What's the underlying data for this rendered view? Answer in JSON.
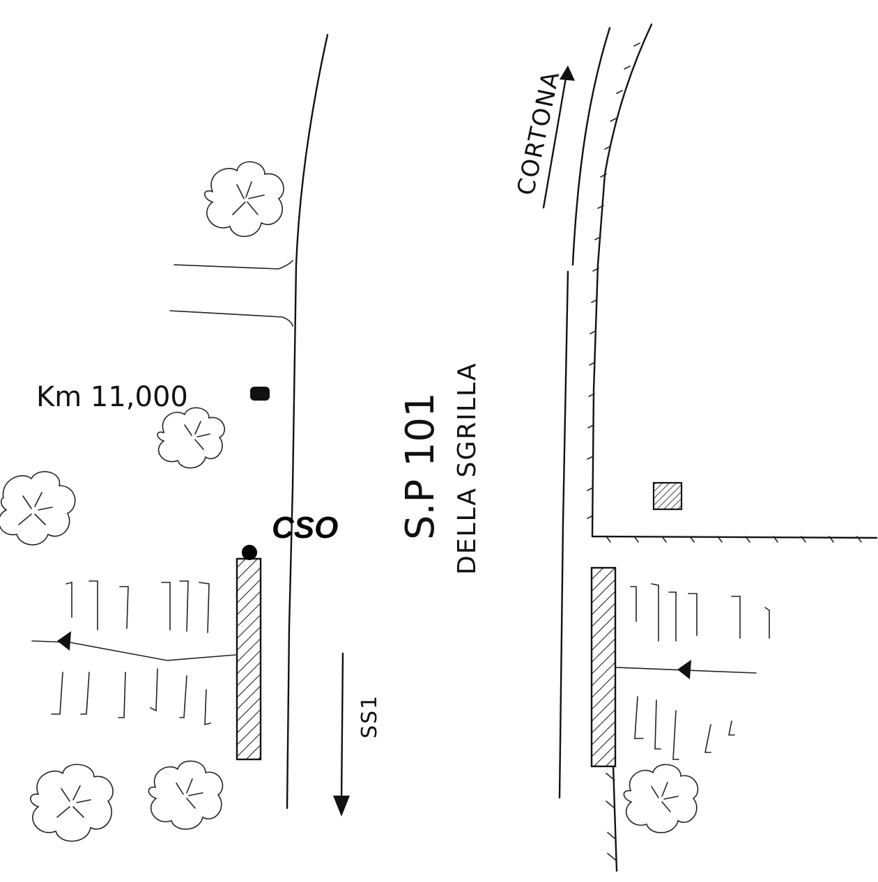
{
  "labels": {
    "km_marker": "Km 11,000",
    "cso": "CSO",
    "road_number": "S.P 101",
    "road_name": "DELLA SGRILLA",
    "direction_north": "CORTONA",
    "direction_south": "SS1"
  },
  "colors": {
    "ink": "#111111",
    "background": "#ffffff"
  }
}
